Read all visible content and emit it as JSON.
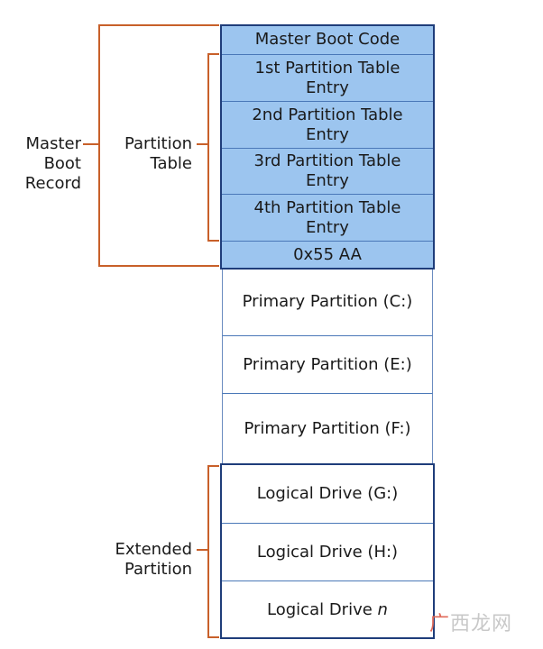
{
  "mbr_blocks": [
    {
      "text": "Master Boot Code"
    },
    {
      "text": "1st Partition Table Entry"
    },
    {
      "text": "2nd Partition Table Entry"
    },
    {
      "text": "3rd Partition Table Entry"
    },
    {
      "text": "4th Partition Table Entry"
    },
    {
      "text": "0x55 AA"
    }
  ],
  "primary_blocks": [
    {
      "text": "Primary Partition (C:)"
    },
    {
      "text": "Primary Partition (E:)"
    },
    {
      "text": "Primary Partition (F:)"
    }
  ],
  "logical_blocks": [
    {
      "text": "Logical Drive (G:)"
    },
    {
      "text": "Logical Drive (H:)"
    },
    {
      "text": "Logical Drive",
      "suffix": "n"
    }
  ],
  "labels": {
    "mbr": "Master Boot Record",
    "partition_table": "Partition Table",
    "extended": "Extended Partition"
  },
  "watermark": {
    "w1": "广",
    "w2": "西龙网"
  },
  "colors": {
    "bracket": "#c8602a",
    "blue_fill": "#9cc5ef",
    "navy_border": "#1f3d7a"
  }
}
